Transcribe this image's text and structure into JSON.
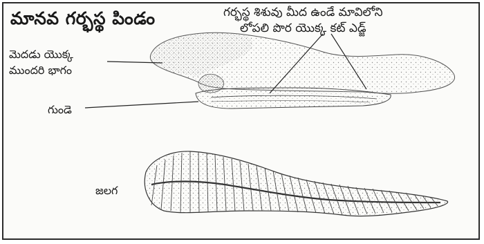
{
  "title": "మానవ గర్భస్థ పిండం",
  "labels": {
    "cut_edge_line1": "గర్భస్థ శిశువు మీద ఉండే మావిలోని",
    "cut_edge_line2": "లోపలి పొర యొక్క కట్ ఎడ్జ్",
    "brain_line1": "మెదడు యొక్క",
    "brain_line2": "ముందరి భాగం",
    "heart": "గుండె",
    "leech": "జలగ"
  },
  "colors": {
    "ink": "#1a1a1a",
    "stipple": "#8a8a8a",
    "paper": "#fbfbf9"
  },
  "figures": [
    "human-embryo-illustration",
    "leech-illustration"
  ]
}
